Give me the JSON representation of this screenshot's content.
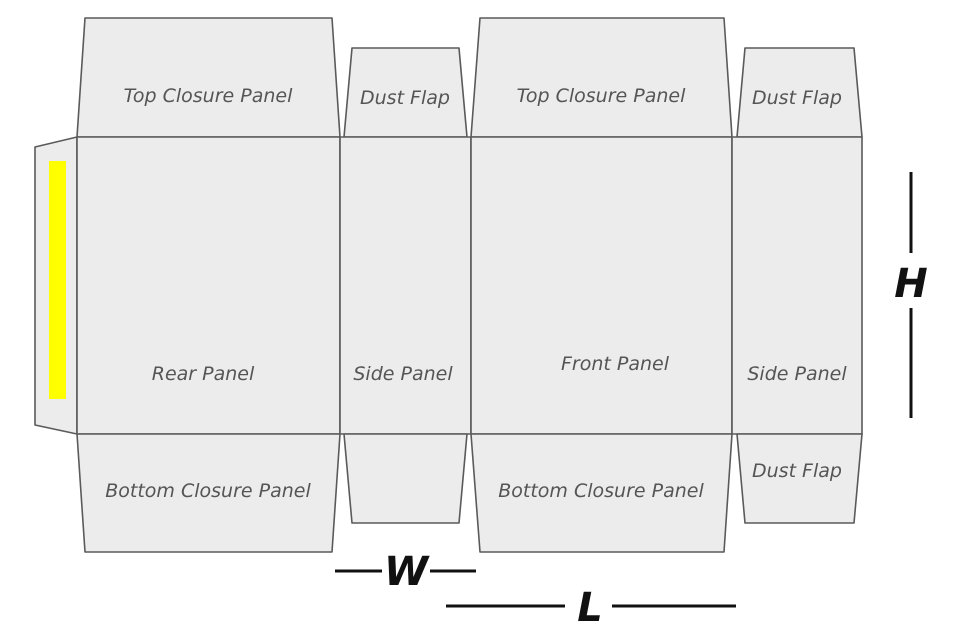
{
  "panels": {
    "top_closure_1": "Top Closure Panel",
    "dust_flap_1": "Dust Flap",
    "top_closure_2": "Top Closure Panel",
    "dust_flap_2": "Dust Flap",
    "rear": "Rear Panel",
    "side_1": "Side Panel",
    "front": "Front Panel",
    "side_2": "Side Panel",
    "bottom_closure_1": "Bottom Closure Panel",
    "bottom_closure_2": "Bottom Closure Panel",
    "dust_flap_3": "Dust Flap"
  },
  "dimensions": {
    "width": "W",
    "length": "L",
    "height": "H"
  },
  "colors": {
    "glue_strip": "#ffff00",
    "panel_fill": "#ececec",
    "outline": "#5a5a5a"
  }
}
